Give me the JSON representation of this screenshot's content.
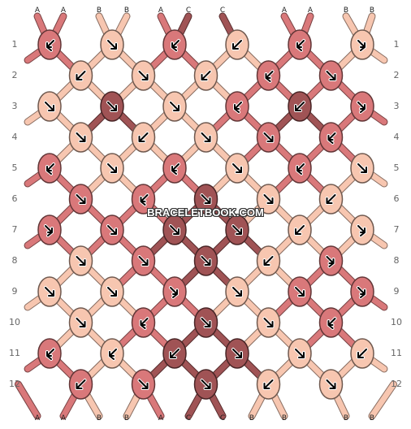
{
  "pattern": {
    "colors": {
      "A": "#d9787a",
      "B": "#f7c6b0",
      "C": "#a05355"
    },
    "start_strings": [
      "A",
      "A",
      "B",
      "B",
      "A",
      "C",
      "C",
      "A",
      "A",
      "B",
      "B"
    ],
    "end_strings": [
      "A",
      "A",
      "B",
      "B",
      "A",
      "C",
      "C",
      "B",
      "B",
      "B",
      "B"
    ],
    "row_labels": [
      "1",
      "2",
      "3",
      "4",
      "5",
      "6",
      "7",
      "8",
      "9",
      "10",
      "11",
      "12"
    ],
    "knot_rows": [
      [
        [
          "A",
          "back-forward"
        ],
        [
          "B",
          "forward"
        ],
        [
          "A",
          "back-forward"
        ],
        [
          "B",
          "backward"
        ],
        [
          "A",
          "back-forward"
        ],
        [
          "B",
          "forward-back"
        ]
      ],
      [
        [
          "B",
          "backward"
        ],
        [
          "B",
          "forward"
        ],
        [
          "B",
          "backward"
        ],
        [
          "A",
          "back-forward"
        ],
        [
          "A",
          "forward"
        ]
      ],
      [
        [
          "B",
          "forward"
        ],
        [
          "C",
          "forward"
        ],
        [
          "B",
          "forward"
        ],
        [
          "A",
          "back-forward"
        ],
        [
          "C",
          "backward"
        ],
        [
          "A",
          "forward-back"
        ]
      ],
      [
        [
          "B",
          "forward"
        ],
        [
          "B",
          "backward"
        ],
        [
          "B",
          "forward"
        ],
        [
          "A",
          "forward"
        ],
        [
          "A",
          "back-forward"
        ]
      ],
      [
        [
          "A",
          "back-forward"
        ],
        [
          "B",
          "forward"
        ],
        [
          "A",
          "back-forward"
        ],
        [
          "B",
          "forward"
        ],
        [
          "A",
          "back-forward"
        ],
        [
          "B",
          "forward"
        ]
      ],
      [
        [
          "A",
          "forward"
        ],
        [
          "A",
          "back-forward"
        ],
        [
          "C",
          "forward"
        ],
        [
          "B",
          "forward"
        ],
        [
          "B",
          "backward"
        ]
      ],
      [
        [
          "A",
          "forward-back"
        ],
        [
          "A",
          "forward"
        ],
        [
          "C",
          "forward"
        ],
        [
          "C",
          "forward"
        ],
        [
          "B",
          "backward"
        ],
        [
          "B",
          "forward-back"
        ]
      ],
      [
        [
          "B",
          "forward"
        ],
        [
          "A",
          "forward"
        ],
        [
          "C",
          "forward"
        ],
        [
          "B",
          "backward"
        ],
        [
          "A",
          "forward-back"
        ]
      ],
      [
        [
          "B",
          "forward"
        ],
        [
          "B",
          "forward"
        ],
        [
          "A",
          "forward-back"
        ],
        [
          "B",
          "forward"
        ],
        [
          "A",
          "forward"
        ],
        [
          "A",
          "forward-back"
        ]
      ],
      [
        [
          "B",
          "forward"
        ],
        [
          "A",
          "back-forward"
        ],
        [
          "C",
          "forward"
        ],
        [
          "B",
          "forward"
        ],
        [
          "A",
          "back-forward"
        ]
      ],
      [
        [
          "A",
          "back-forward"
        ],
        [
          "B",
          "back-forward"
        ],
        [
          "C",
          "backward"
        ],
        [
          "C",
          "forward"
        ],
        [
          "B",
          "forward"
        ],
        [
          "B",
          "backward"
        ]
      ],
      [
        [
          "A",
          "backward"
        ],
        [
          "A",
          "forward"
        ],
        [
          "C",
          "forward"
        ],
        [
          "B",
          "backward"
        ],
        [
          "B",
          "forward"
        ]
      ]
    ]
  },
  "watermark": "BRACELETBOOK.COM"
}
